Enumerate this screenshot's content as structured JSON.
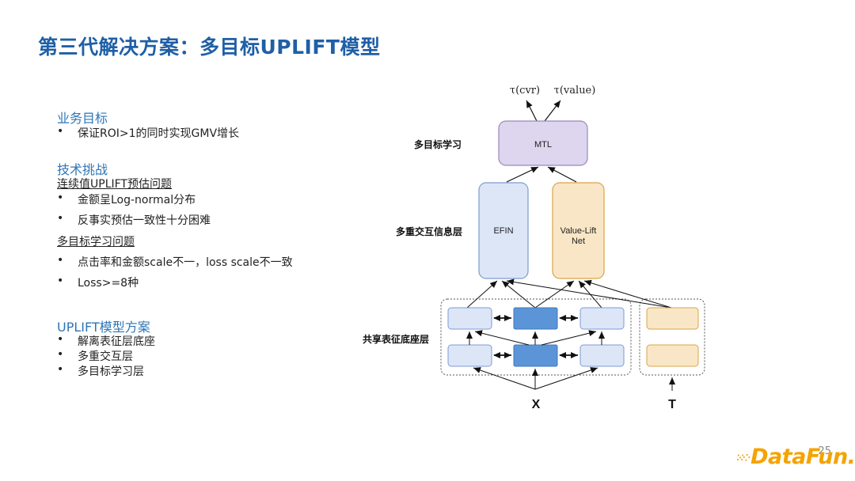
{
  "title": "第三代解决方案：多目标UPLIFT模型",
  "left": {
    "business": {
      "heading": "业务目标",
      "bullets": [
        "保证ROI>1的同时实现GMV增长"
      ]
    },
    "tech": {
      "heading": "技术挑战",
      "sub1": "连续值UPLIFT预估问题",
      "sub1_bullets": [
        "金额呈Log-normal分布",
        "反事实预估一致性十分困难"
      ],
      "sub2": "多目标学习问题",
      "sub2_bullets": [
        "点击率和金额scale不一，loss scale不一致",
        "Loss>=8种"
      ]
    },
    "plan": {
      "heading": "UPLIFT模型方案",
      "bullets": [
        "解离表征层底座",
        "多重交互层",
        "多目标学习层"
      ]
    },
    "bullet_char": "•"
  },
  "diagram": {
    "outputs": [
      "τ(cvr)",
      "τ(value)"
    ],
    "mtl_label": "MTL",
    "efin_label": "EFIN",
    "value_lift_label": [
      "Value-Lift",
      "Net"
    ],
    "layer_labels": {
      "multi_task": "多目标学习",
      "interaction": "多重交互信息层",
      "shared": "共享表征底座层"
    },
    "input_x": "X",
    "input_t": "T",
    "colors": {
      "mtl_fill": "#ddd6ee",
      "mtl_stroke": "#9b87bf",
      "efin_fill": "#dde6f7",
      "efin_stroke": "#7d9bd3",
      "vl_fill": "#f9e6c6",
      "vl_stroke": "#d9a54a",
      "node_light": "#dde6f7",
      "node_dark": "#5b95d8",
      "node_orange": "#f9e6c6"
    }
  },
  "footer": {
    "page_number": "25",
    "logo": "DataFun."
  }
}
